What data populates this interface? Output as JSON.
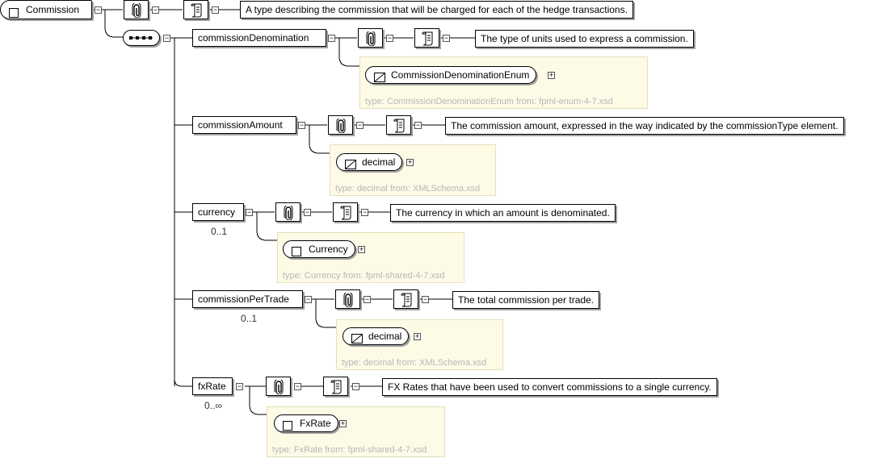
{
  "root": {
    "name": "Commission",
    "doc": "A type describing the commission that will be charged for each of the hedge transactions."
  },
  "children": [
    {
      "name": "commissionDenomination",
      "doc": "The type of units used to express a commission.",
      "cardinality": "",
      "type_name": "CommissionDenominationEnum",
      "type_kind": "simple",
      "type_label": "type: CommissionDenominationEnum from: fpml-enum-4-7.xsd"
    },
    {
      "name": "commissionAmount",
      "doc": "The commission amount, expressed in the way indicated by the commissionType element.",
      "cardinality": "",
      "type_name": "decimal",
      "type_kind": "simple",
      "type_label": "type: decimal from: XMLSchema.xsd"
    },
    {
      "name": "currency",
      "doc": "The currency in which an amount is denominated.",
      "cardinality": "0..1",
      "type_name": "Currency",
      "type_kind": "complex",
      "type_label": "type: Currency from: fpml-shared-4-7.xsd"
    },
    {
      "name": "commissionPerTrade",
      "doc": "The total commission per trade.",
      "cardinality": "0..1",
      "type_name": "decimal",
      "type_kind": "simple",
      "type_label": "type: decimal from: XMLSchema.xsd"
    },
    {
      "name": "fxRate",
      "doc": "FX Rates that have been used to convert commissions to a single currency.",
      "cardinality": "0..∞",
      "type_name": "FxRate",
      "type_kind": "complex",
      "type_label": "type: FxRate from: fpml-shared-4-7.xsd"
    }
  ],
  "icons": {
    "annotation": "paperclip-icon",
    "documentation": "document-icon",
    "sequence": "sequence-compositor-icon",
    "simple_type": "simple-type-icon",
    "complex_type": "complex-type-icon"
  },
  "colors": {
    "type_box_fill": "#fdfbe6",
    "type_box_border": "#e4e0b8",
    "type_label": "#b7b7b7",
    "shadow": "#a0a0a0"
  }
}
